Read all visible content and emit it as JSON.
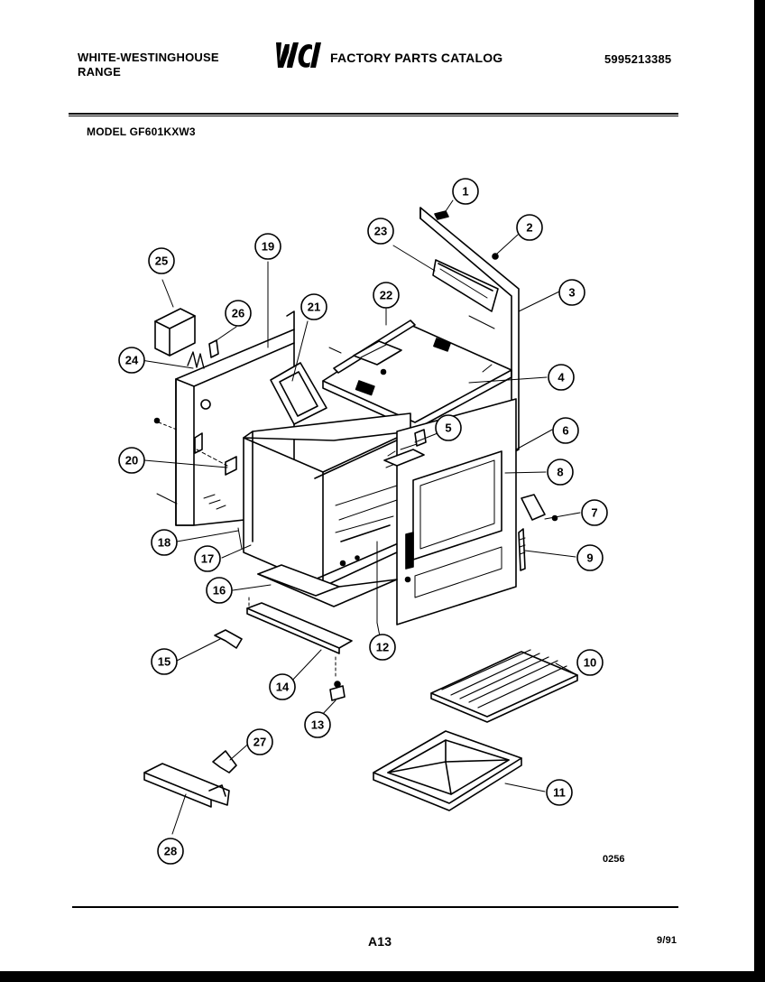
{
  "header": {
    "brand_line1": "WHITE-WESTINGHOUSE",
    "brand_line2": "RANGE",
    "logo_text": "WCI",
    "catalog_title": "FACTORY PARTS CATALOG",
    "part_number": "5995213385"
  },
  "model": "MODEL GF601KXW3",
  "diagram": {
    "callouts": [
      "1",
      "2",
      "3",
      "4",
      "5",
      "6",
      "7",
      "8",
      "9",
      "10",
      "11",
      "12",
      "13",
      "14",
      "15",
      "16",
      "17",
      "18",
      "19",
      "20",
      "21",
      "22",
      "23",
      "24",
      "25",
      "26",
      "27",
      "28"
    ]
  },
  "footer": {
    "drawing_code": "0256",
    "page_label": "A13",
    "date": "9/91"
  }
}
